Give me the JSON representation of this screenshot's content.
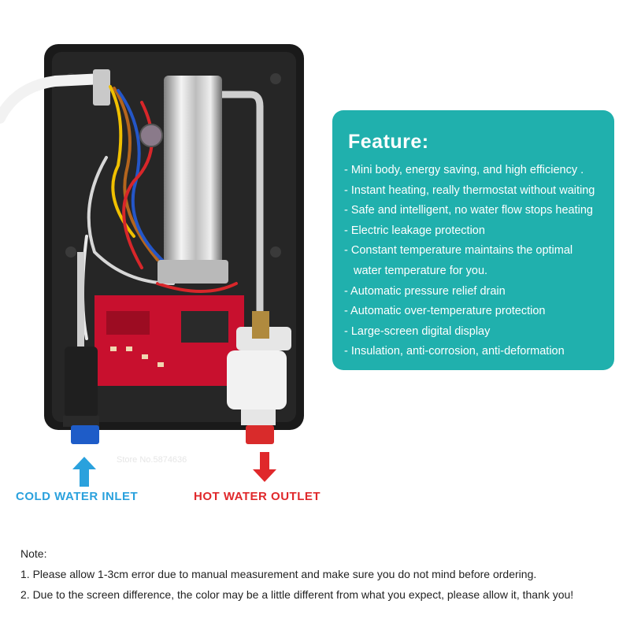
{
  "feature": {
    "title": "Feature:",
    "items": [
      "- Mini body, energy saving, and high efficiency .",
      "- Instant heating, really thermostat without waiting",
      "- Safe and intelligent, no water flow stops heating",
      "- Electric leakage protection",
      "- Constant temperature maintains the optimal",
      "water temperature for you.",
      "- Automatic pressure relief drain",
      "- Automatic over-temperature protection",
      "- Large-screen digital display",
      "- Insulation, anti-corrosion, anti-deformation"
    ]
  },
  "labels": {
    "cold": "COLD WATER INLET",
    "hot": "HOT WATER OUTLET",
    "watermark": "Store No.5874636"
  },
  "note": {
    "title": "Note:",
    "lines": [
      "1. Please allow 1-3cm error due to manual measurement and make sure you do not mind before ordering.",
      "2. Due to the screen difference, the color may be a little different from what you expect, please allow it, thank you!"
    ]
  },
  "colors": {
    "feature_bg": "#20b0ad",
    "cold": "#2aa1dd",
    "hot": "#e0282b",
    "housing": "#1c1c1c",
    "pcb": "#c8102e"
  }
}
